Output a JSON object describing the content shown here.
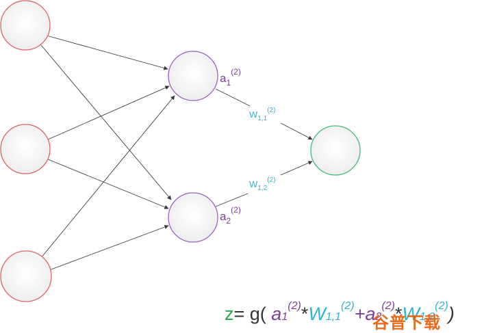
{
  "colors": {
    "input_node": "#e06060",
    "hidden_node": "#9a5fc7",
    "output_node": "#3dbb78",
    "node_fill": "#f2f2f2",
    "label_a": "#7b3f99",
    "label_w": "#2fb3d1",
    "z": "#27a855"
  },
  "labels": {
    "a1": {
      "base": "a",
      "sub": "1",
      "sup": "(2)"
    },
    "a2": {
      "base": "a",
      "sub": "2",
      "sup": "(2)"
    },
    "w11": {
      "base": "W",
      "sub": "1,1",
      "sup": "(2)"
    },
    "w12": {
      "base": "W",
      "sub": "1,2",
      "sup": "(2)"
    }
  },
  "formula": {
    "z": "z",
    "eq": "= g(",
    "a1_base": "a",
    "a1_sub": "1",
    "a1_sup": "(2)",
    "star1": "*",
    "w11_base": "W",
    "w11_sub": "1,1",
    "w11_sup": "(2)",
    "hidden_mid": "+a",
    "a2_sub": "2",
    "a2_sup": "(2)",
    "star2": "*",
    "w12_base": "W",
    "w12_sub": "1,2",
    "w12_sup": "(2)",
    "close": ")"
  },
  "watermark": "谷普下载"
}
